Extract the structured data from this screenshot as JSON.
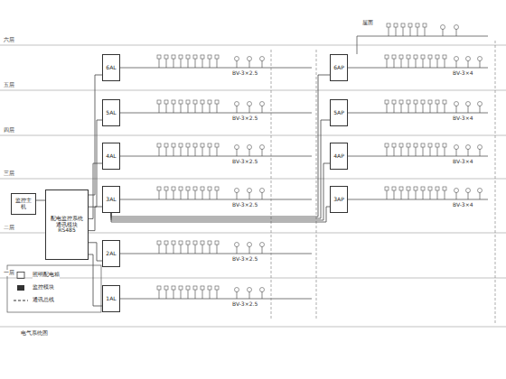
{
  "diagram": {
    "nodes": [
      {
        "text": [
          "监控主机"
        ]
      },
      {
        "text": [
          "配电监控系统",
          "通讯模块",
          "RS485"
        ]
      },
      {
        "text": [
          "6AL"
        ]
      },
      {
        "text": [
          "5AL"
        ]
      },
      {
        "text": [
          "4AL"
        ]
      },
      {
        "text": [
          "3AL"
        ]
      },
      {
        "text": [
          "2AL"
        ]
      },
      {
        "text": [
          "1AL"
        ]
      },
      {
        "text": [
          "6AP"
        ]
      },
      {
        "text": [
          "5AP"
        ]
      },
      {
        "text": [
          "4AP"
        ]
      },
      {
        "text": [
          "3AP"
        ]
      }
    ],
    "edges": [
      {
        "from": 0,
        "to": 1,
        "arrow": "none"
      },
      {
        "from": 1,
        "to": 2,
        "arrow": "none"
      },
      {
        "from": 1,
        "to": 3,
        "arrow": "none"
      },
      {
        "from": 1,
        "to": 4,
        "arrow": "none"
      },
      {
        "from": 1,
        "to": 5,
        "arrow": "none"
      },
      {
        "from": 1,
        "to": 6,
        "arrow": "none"
      },
      {
        "from": 1,
        "to": 7,
        "arrow": "none"
      },
      {
        "from": 5,
        "to": 8,
        "arrow": "none"
      },
      {
        "from": 5,
        "to": 9,
        "arrow": "none"
      },
      {
        "from": 5,
        "to": 10,
        "arrow": "none"
      },
      {
        "from": 5,
        "to": 11,
        "arrow": "none"
      }
    ],
    "labels": [
      "六层",
      "五层",
      "四层",
      "三层",
      "二层",
      "一层",
      "BV-3×2.5",
      "BV-3×2.5",
      "BV-3×2.5",
      "BV-3×2.5",
      "BV-3×2.5",
      "BV-3×2.5",
      "BV-3×4",
      "BV-3×4",
      "BV-3×4",
      "BV-3×4",
      "电气系统图",
      "屋面"
    ],
    "legend": [
      {
        "text": "照明配电箱"
      },
      {
        "text": "监控模块"
      },
      {
        "text": "通讯总线"
      }
    ]
  }
}
